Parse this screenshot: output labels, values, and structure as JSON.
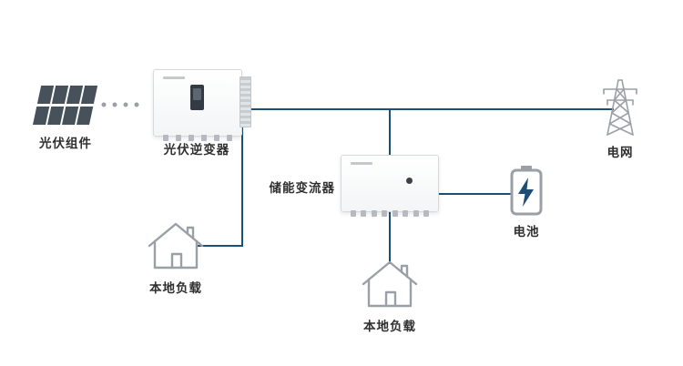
{
  "diagram": {
    "nodes": {
      "pv_modules": {
        "label": "光伏组件",
        "icon": "solar-panel-icon"
      },
      "pv_inverter": {
        "label": "光伏逆变器",
        "icon": "inverter-device"
      },
      "storage_converter": {
        "label": "储能变流器",
        "icon": "converter-device"
      },
      "local_load_left": {
        "label": "本地负载",
        "icon": "house-icon"
      },
      "local_load_bottom": {
        "label": "本地负载",
        "icon": "house-icon"
      },
      "battery": {
        "label": "电池",
        "icon": "battery-icon"
      },
      "grid": {
        "label": "电网",
        "icon": "transmission-tower-icon"
      }
    },
    "colors": {
      "connector": "#1d4f76",
      "icon_gray": "#9aa0a6",
      "panel_dark": "#47515c",
      "text": "#2f2f2f"
    }
  }
}
